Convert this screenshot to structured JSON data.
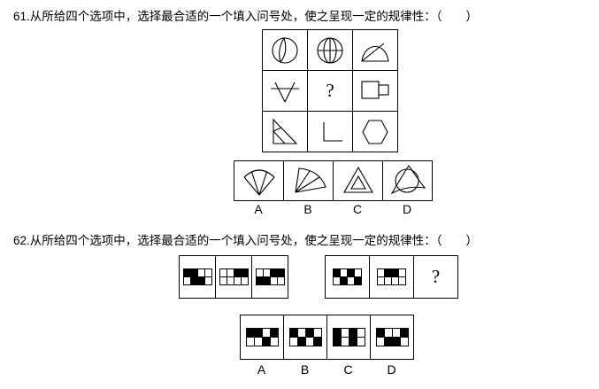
{
  "q61": {
    "text": "61.从所给四个选项中，选择最合适的一个填入问号处，使之呈现一定的规律性：（　　）",
    "question_mark": "?",
    "matrix_shapes": [
      "circle-with-leaf",
      "circle-with-cross-and-ellipse",
      "dome-with-chord",
      "inverted-triangle-with-crossbar",
      "question-mark",
      "square-with-attached-square",
      "triangle-with-inner-lines",
      "right-angle-lines",
      "hexagon"
    ],
    "options": [
      {
        "label": "A",
        "shape": "parachute-with-ribs"
      },
      {
        "label": "B",
        "shape": "fan-with-radiating-lines"
      },
      {
        "label": "C",
        "shape": "nested-triangles"
      },
      {
        "label": "D",
        "shape": "circle-with-curved-triangle"
      }
    ]
  },
  "q62": {
    "text": "62.从所给四个选项中，选择最合适的一个填入问号处，使之呈现一定的规律性：（　　）",
    "question_mark": "?",
    "sequence_left": [
      [
        [
          1,
          1,
          0,
          0
        ],
        [
          0,
          1,
          1,
          0
        ]
      ],
      [
        [
          0,
          0,
          1,
          1
        ],
        [
          0,
          0,
          0,
          0
        ]
      ],
      [
        [
          0,
          0,
          1,
          1
        ],
        [
          1,
          1,
          0,
          0
        ]
      ]
    ],
    "sequence_right": [
      [
        [
          1,
          0,
          1,
          0
        ],
        [
          0,
          1,
          0,
          1
        ]
      ],
      [
        [
          0,
          1,
          1,
          0
        ],
        [
          0,
          0,
          0,
          0
        ]
      ]
    ],
    "options": [
      {
        "label": "A",
        "pattern": [
          [
            1,
            1,
            0,
            1
          ],
          [
            0,
            0,
            1,
            0
          ]
        ]
      },
      {
        "label": "B",
        "pattern": [
          [
            1,
            0,
            1,
            0
          ],
          [
            0,
            1,
            0,
            1
          ]
        ]
      },
      {
        "label": "C",
        "pattern": [
          [
            1,
            0,
            1,
            0
          ],
          [
            1,
            0,
            1,
            0
          ]
        ]
      },
      {
        "label": "D",
        "pattern": [
          [
            1,
            0,
            0,
            1
          ],
          [
            0,
            1,
            1,
            0
          ]
        ]
      }
    ]
  },
  "colors": {
    "ink": "#000000",
    "paper": "#ffffff"
  }
}
